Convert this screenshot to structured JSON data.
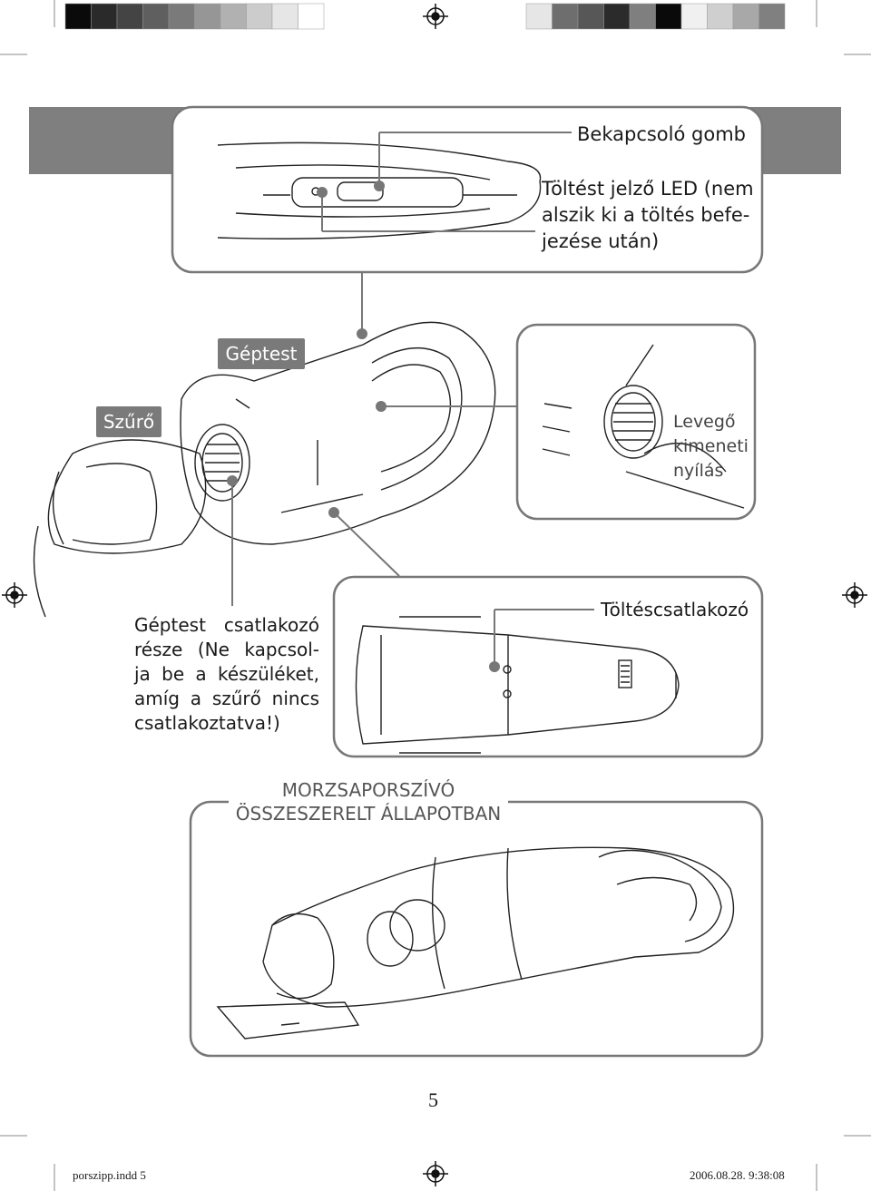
{
  "colors": {
    "swatch_bar": [
      "#0a0a0a",
      "#2a2a2a",
      "#444444",
      "#5f5f5f",
      "#7a7a7a",
      "#969696",
      "#b1b1b1",
      "#cccccc",
      "#e6e6e6",
      "#ffffff"
    ],
    "swatch_bar_right": [
      "#e6e6e6",
      "#6e6e6e",
      "#575757",
      "#2b2b2b",
      "#7f7f7f",
      "#0a0a0a",
      "#f0f0f0",
      "#cfcfcf",
      "#a8a8a8",
      "#808080"
    ],
    "header_band": "#7f7f7f",
    "label_tag": "#7a7a7a"
  },
  "icons": [
    "registration-mark-icon"
  ],
  "labels": {
    "power_button": "Bekapcsoló gomb",
    "led": [
      "Töltést jelző LED (nem",
      "alszik ki a töltés befe-",
      "jezése után)"
    ],
    "body_tag": "Géptest",
    "filter_tag": "Szűrő",
    "air_outlet": [
      "Levegő",
      "kimeneti",
      "nyílás"
    ],
    "connector_note": [
      "Géptest csatlakozó",
      "része (Ne kapcsol-",
      "ja be a készüléket,",
      "amíg a szűrő nincs",
      "csatlakoztatva!)"
    ],
    "charging_port": "Töltéscsatlakozó",
    "assembled_title": [
      "MORZSAPORSZÍVÓ",
      "ÖSSZESZERELT ÁLLAPOTBAN"
    ]
  },
  "page_number": "5",
  "footer": {
    "file": "porszipp.indd   5",
    "timestamp": "2006.08.28.   9:38:08"
  }
}
